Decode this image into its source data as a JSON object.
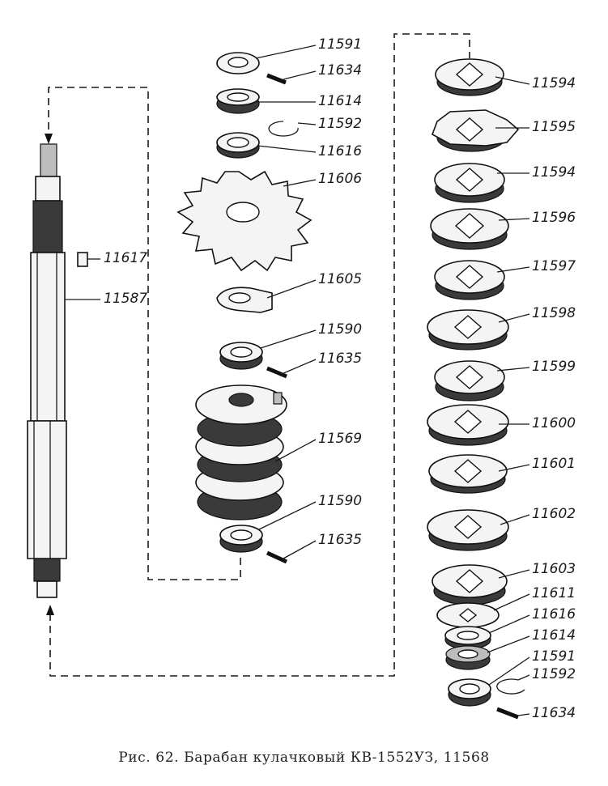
{
  "caption": "Рис. 62. Барабан кулачковый КВ-1552УЗ, 11568",
  "labels": {
    "shaft": "11587",
    "key": "11617",
    "nut_top": "11591",
    "pin_top": "11634",
    "spring_top": "11614",
    "ring_top": "11592",
    "washer_top": "11616",
    "star_gear": "11606",
    "plate": "11605",
    "bushing_1": "11590",
    "pin_1": "11635",
    "cam_block": "11569",
    "bushing_2": "11590",
    "pin_2": "11635",
    "cam_11594_a": "11594",
    "cam_11595": "11595",
    "cam_11594_b": "11594",
    "cam_11596": "11596",
    "cam_11597": "11597",
    "cam_11598": "11598",
    "cam_11599": "11599",
    "cam_11600": "11600",
    "cam_11601": "11601",
    "cam_11602": "11602",
    "cam_11603": "11603",
    "part_11611": "11611",
    "washer_bottom": "11616",
    "spring_bottom": "11614",
    "nut_bottom": "11591",
    "ring_bottom": "11592",
    "pin_bottom": "11634"
  }
}
